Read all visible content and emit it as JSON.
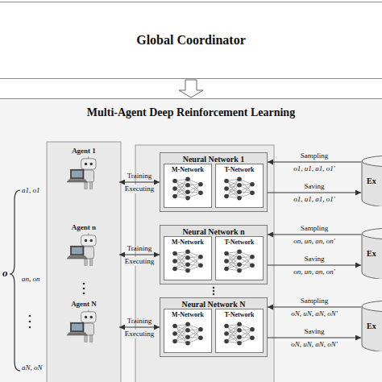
{
  "diagram": {
    "nodes": [
      {
        "text": [
          "Global Coordinator"
        ]
      },
      {
        "text": [
          "Multi-Agent Deep Reinforcement Learning"
        ]
      },
      {
        "text": [
          "Agent 1"
        ],
        "in": 1
      },
      {
        "text": [
          "Agent n"
        ],
        "in": 1
      },
      {
        "text": [
          "Agent N"
        ],
        "in": 1
      },
      {
        "text": [
          "Neural Network 1"
        ],
        "in": 1
      },
      {
        "text": [
          "M-Network"
        ],
        "in": 5
      },
      {
        "text": [
          "T-Network"
        ],
        "in": 5
      },
      {
        "text": [
          "Neural Network n"
        ],
        "in": 1
      },
      {
        "text": [
          "M-Network"
        ],
        "in": 8
      },
      {
        "text": [
          "T-Network"
        ],
        "in": 8
      },
      {
        "text": [
          "Neural Network N"
        ],
        "in": 1
      },
      {
        "text": [
          "M-Network"
        ],
        "in": 11
      },
      {
        "text": [
          "T-Network"
        ],
        "in": 11
      },
      {
        "text": [
          "Ex"
        ],
        "in": 1
      },
      {
        "text": [
          "Ex"
        ],
        "in": 1
      },
      {
        "text": [
          "Ex"
        ],
        "in": 1
      }
    ],
    "edges": [
      {
        "from": 0,
        "to": 1,
        "arrow": "to"
      },
      {
        "from": 2,
        "to": 5,
        "label": "Training",
        "arrow": "both"
      },
      {
        "from": 3,
        "to": 8,
        "label": "Training",
        "arrow": "both"
      },
      {
        "from": 4,
        "to": 11,
        "label": "Training",
        "arrow": "both"
      },
      {
        "from": 14,
        "to": 5,
        "label": "Sampling",
        "arrow": "to"
      },
      {
        "from": 5,
        "to": 14,
        "label": "Saving",
        "arrow": "to"
      },
      {
        "from": 15,
        "to": 8,
        "label": "Sampling",
        "arrow": "to"
      },
      {
        "from": 8,
        "to": 15,
        "label": "Saving",
        "arrow": "to"
      },
      {
        "from": 16,
        "to": 11,
        "label": "Sampling",
        "arrow": "to"
      },
      {
        "from": 11,
        "to": 16,
        "label": "Saving",
        "arrow": "to"
      }
    ],
    "labels": [
      "o",
      "a1, o1",
      "an, on",
      "aN, oN",
      "Executing",
      "Executing",
      "Executing",
      "o1, u1, a1, o1'",
      "o1, u1, a1, o1'",
      "on, un, an, on'",
      "on, un, an, on'",
      "oN, uN, aN, oN'",
      "oN, uN, aN, oN'"
    ]
  }
}
